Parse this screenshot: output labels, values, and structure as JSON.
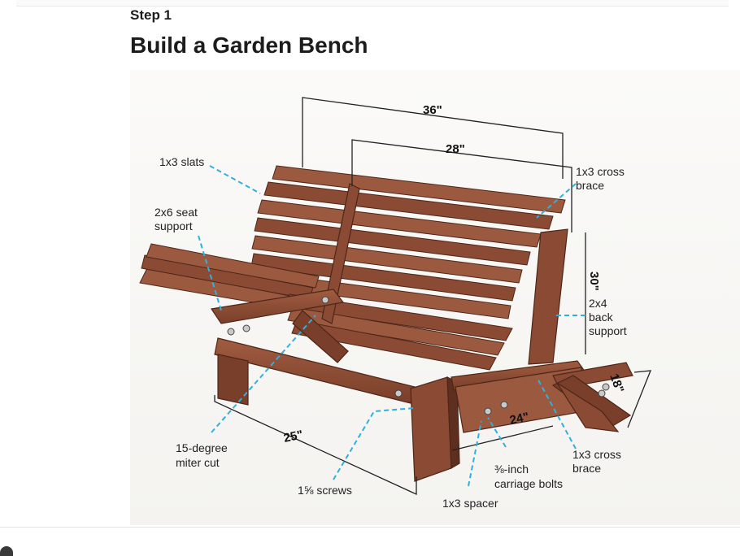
{
  "header": {
    "step": "Step 1",
    "title": "Build a Garden Bench"
  },
  "diagram": {
    "dimensions": {
      "width_total": "36\"",
      "width_seat": "28\"",
      "height_back": "30\"",
      "depth_arm": "18\"",
      "length_leg": "25\"",
      "length_arm": "24\""
    },
    "labels": {
      "slats": [
        "1x3 slats"
      ],
      "seat_support": [
        "2x6 seat",
        "support"
      ],
      "cross_brace_top": [
        "1x3 cross",
        "brace"
      ],
      "back_support": [
        "2x4",
        "back",
        "support"
      ],
      "miter": [
        "15-degree",
        "miter cut"
      ],
      "screws": [
        "1⅝ screws"
      ],
      "bolts": [
        "⅜-inch",
        "carriage bolts"
      ],
      "spacer": [
        "1x3 spacer"
      ],
      "cross_brace_bottom": [
        "1x3 cross",
        "brace"
      ]
    },
    "colors": {
      "wood": "#8a4a33",
      "wood_dark": "#5e2f1f",
      "wood_light": "#b06a4e",
      "leader": "#2fb0dd"
    }
  }
}
